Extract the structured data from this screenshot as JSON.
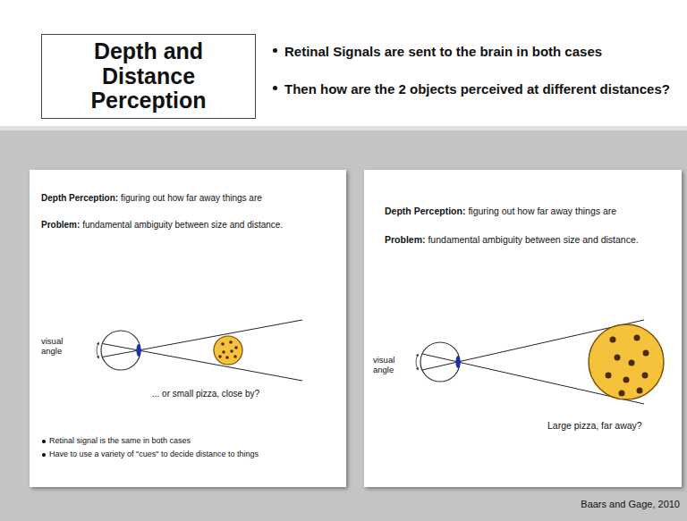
{
  "diagram": {
    "nodes": [
      {
        "text": [
          "Depth and Distance Perception"
        ]
      },
      {
        "text": [
          "Depth Perception:",
          "figuring out how far away things are",
          "Problem:",
          "fundamental ambiguity between size and distance.",
          "visual angle",
          "... or small pizza, close by?",
          "Retinal signal is the same in both cases",
          "Have to use a variety of \"cues\" to decide distance to things"
        ]
      },
      {
        "text": [
          "Depth Perception:",
          "figuring out how far away things are",
          "Problem:",
          "fundamental ambiguity between size and distance.",
          "visual angle",
          "Large pizza, far away?"
        ]
      }
    ],
    "labels": [
      "Retinal Signals are sent to the brain in both cases",
      "Then how are the 2 objects perceived at different distances?",
      "Baars and Gage, 2010"
    ]
  }
}
